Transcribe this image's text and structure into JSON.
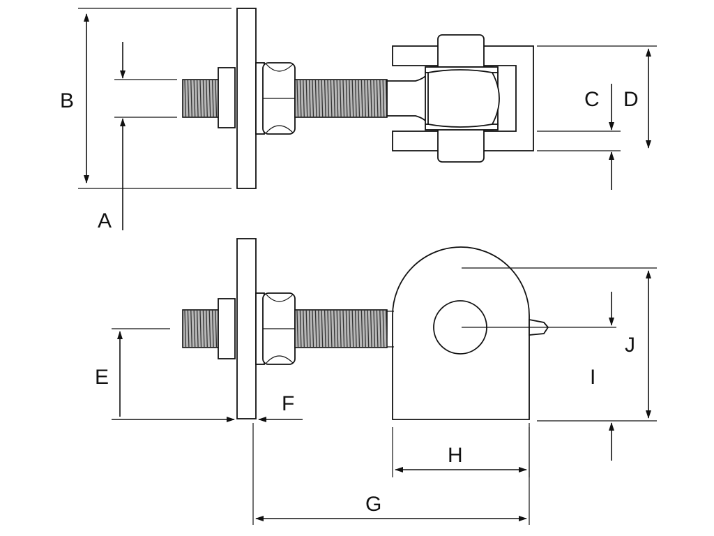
{
  "labels": {
    "A": "A",
    "B": "B",
    "C": "C",
    "D": "D",
    "E": "E",
    "F": "F",
    "G": "G",
    "H": "H",
    "I": "I",
    "J": "J"
  },
  "colors": {
    "line": "#111111",
    "thread_fill": "#b8b8b8",
    "background": "#ffffff"
  }
}
